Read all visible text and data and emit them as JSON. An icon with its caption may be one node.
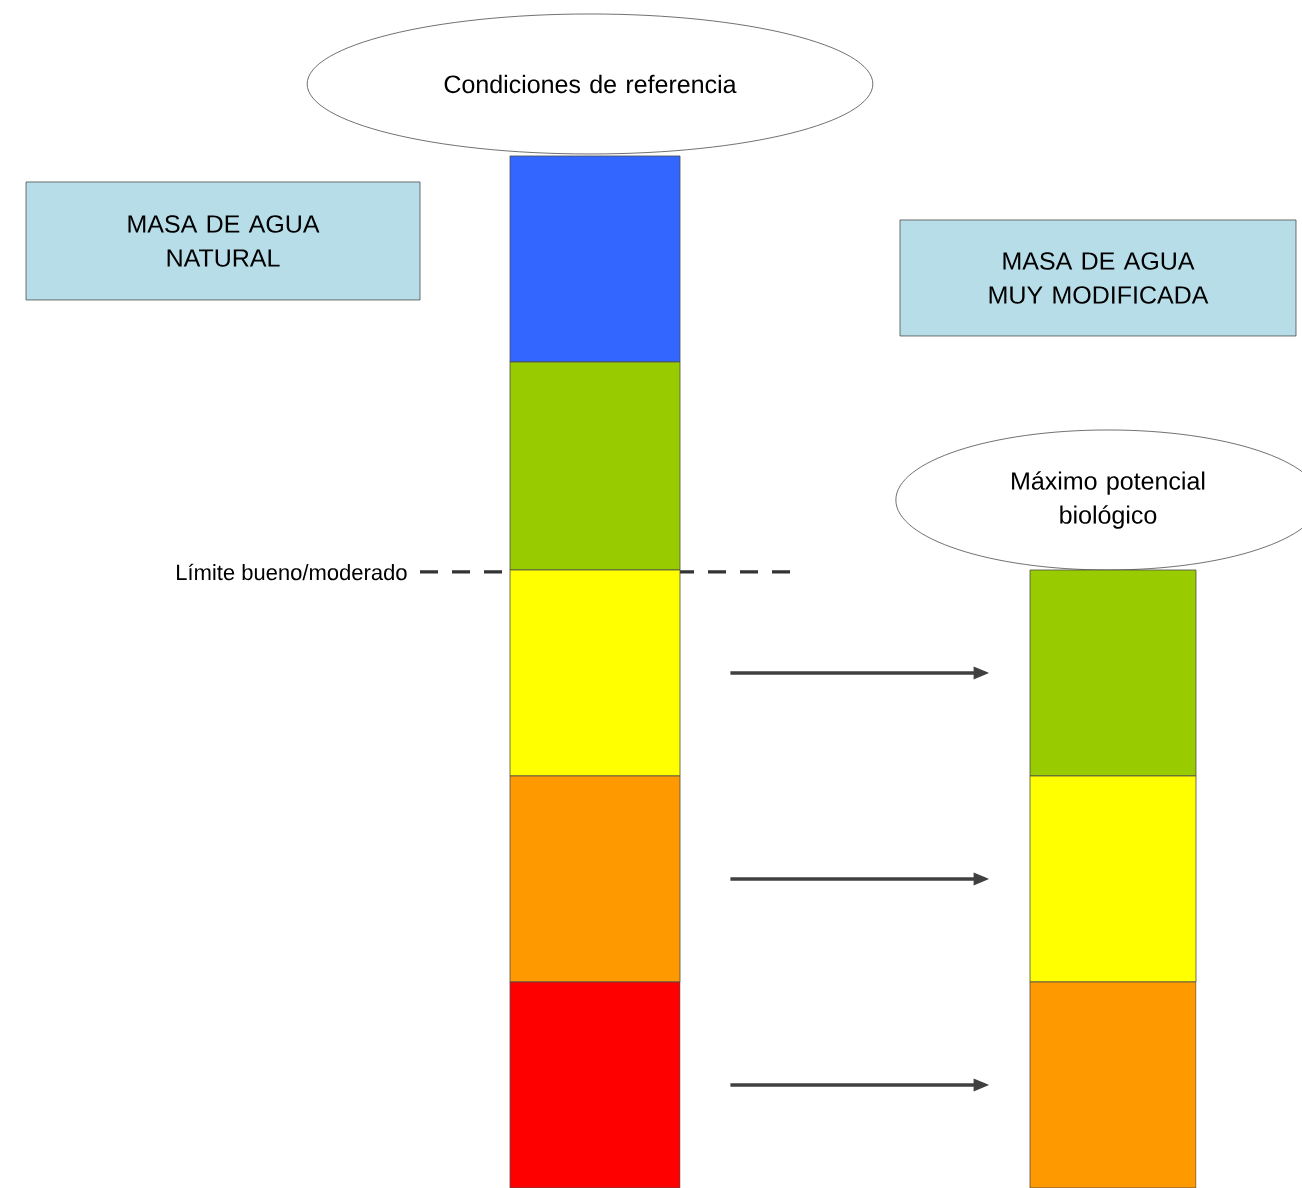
{
  "diagram": {
    "nodes": [
      {
        "text": [
          "Condiciones de referencia"
        ]
      },
      {
        "text": [
          "MASA DE AGUA NATURAL"
        ]
      },
      {
        "text": [
          "MASA DE AGUA MUY MODIFICADA"
        ]
      },
      {
        "text": [
          "Máximo potencial biológico"
        ]
      },
      {
        "text": [],
        "shape": "bar"
      },
      {
        "text": [],
        "shape": "bar"
      },
      {
        "text": [],
        "shape": "bar"
      },
      {
        "text": [],
        "shape": "bar"
      },
      {
        "text": [],
        "shape": "bar"
      },
      {
        "text": [],
        "shape": "bar"
      },
      {
        "text": [],
        "shape": "bar"
      },
      {
        "text": [],
        "shape": "bar"
      }
    ],
    "edges": [
      {
        "from": 6,
        "to": 9,
        "arrow": "to"
      },
      {
        "from": 7,
        "to": 10,
        "arrow": "to"
      },
      {
        "from": 8,
        "to": 11,
        "arrow": "to"
      }
    ],
    "labels": [
      "Límite bueno/moderado"
    ]
  }
}
